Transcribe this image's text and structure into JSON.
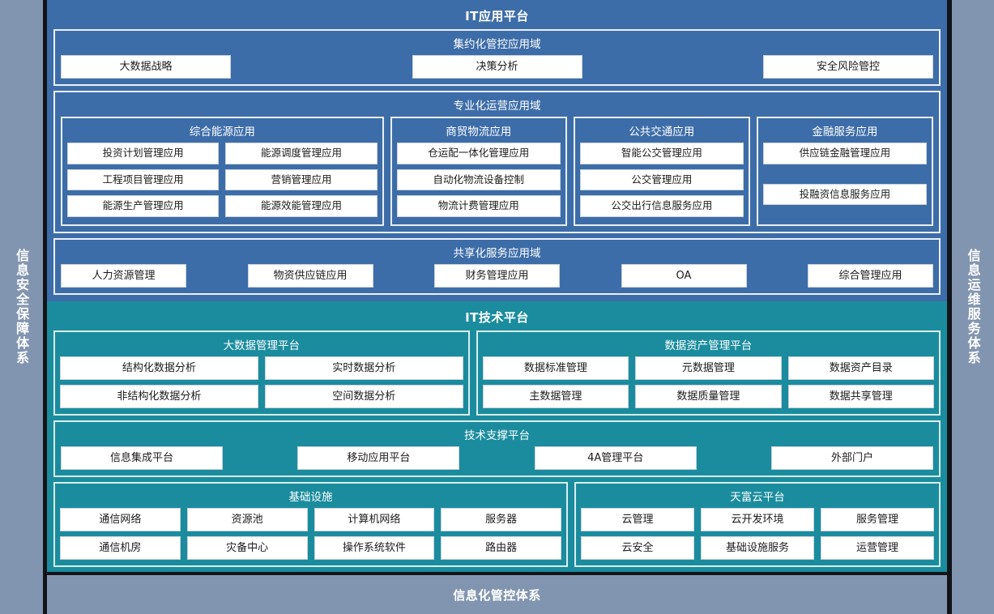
{
  "rails": {
    "left_label": "信息安全保障体系",
    "right_label": "信息运维服务体系"
  },
  "footer": {
    "title": "信息化管控体系"
  },
  "app_platform": {
    "title": "IT应用平台",
    "domains": [
      {
        "title": "集约化管控应用域",
        "chips": [
          "大数据战略",
          "决策分析",
          "安全风险管控"
        ]
      },
      {
        "title": "专业化运营应用域",
        "panels": [
          {
            "title": "综合能源应用",
            "rows": [
              [
                "投资计划管理应用",
                "能源调度管理应用"
              ],
              [
                "工程项目管理应用",
                "营销管理应用"
              ],
              [
                "能源生产管理应用",
                "能源效能管理应用"
              ]
            ]
          },
          {
            "title": "商贸物流应用",
            "rows": [
              [
                "仓运配一体化管理应用"
              ],
              [
                "自动化物流设备控制"
              ],
              [
                "物流计费管理应用"
              ]
            ]
          },
          {
            "title": "公共交通应用",
            "rows": [
              [
                "智能公交管理应用"
              ],
              [
                "公交管理应用"
              ],
              [
                "公交出行信息服务应用"
              ]
            ]
          },
          {
            "title": "金融服务应用",
            "rows": [
              [
                "供应链金融管理应用"
              ],
              [
                ""
              ],
              [
                "投融资信息服务应用"
              ]
            ]
          }
        ]
      },
      {
        "title": "共享化服务应用域",
        "chips": [
          "人力资源管理",
          "物资供应链应用",
          "财务管理应用",
          "OA",
          "综合管理应用"
        ]
      }
    ]
  },
  "tech_platform": {
    "title": "IT技术平台",
    "row_top": [
      {
        "title": "大数据管理平台",
        "rows": [
          [
            "结构化数据分析",
            "实时数据分析"
          ],
          [
            "非结构化数据分析",
            "空间数据分析"
          ]
        ]
      },
      {
        "title": "数据资产管理平台",
        "rows": [
          [
            "数据标准管理",
            "元数据管理",
            "数据资产目录"
          ],
          [
            "主数据管理",
            "数据质量管理",
            "数据共享管理"
          ]
        ]
      }
    ],
    "support": {
      "title": "技术支撑平台",
      "chips": [
        "信息集成平台",
        "移动应用平台",
        "4A管理平台",
        "外部门户"
      ]
    },
    "row_bottom": [
      {
        "title": "基础设施",
        "rows": [
          [
            "通信网络",
            "资源池",
            "计算机网络",
            "服务器"
          ],
          [
            "通信机房",
            "灾备中心",
            "操作系统软件",
            "路由器"
          ]
        ]
      },
      {
        "title": "天富云平台",
        "rows": [
          [
            "云管理",
            "云开发环境",
            "服务管理"
          ],
          [
            "云安全",
            "基础设施服务",
            "运营管理"
          ]
        ]
      }
    ]
  },
  "colors": {
    "background": "#8295b0",
    "app_band": "#3d6da8",
    "tech_band": "#1a8c9e",
    "chip": "#ffffff",
    "border_outer": "#111418"
  }
}
